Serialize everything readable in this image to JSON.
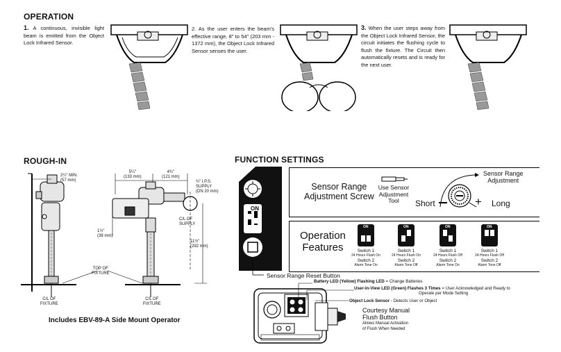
{
  "operation": {
    "heading": "OPERATION",
    "steps": [
      {
        "num": "1.",
        "text": "A continuous, invisible light beam is emitted from the Object Lock Infrared Sensor."
      },
      {
        "num": "2.",
        "text": "As the user enters the beam's effective range, 8\" to 54\" (203 mm - 1372 mm), the Object Lock Infrared Sensor senses the user."
      },
      {
        "num": "3.",
        "text": "When the user steps away from the Object Lock Infrared Sensor, the circuit initiates the flushing cycle to flush the fixture. The Circuit then automatically resets and is ready for the next user."
      }
    ]
  },
  "rough_in": {
    "heading": "ROUGH-IN",
    "min_label": "2¼\" MIN.",
    "min_mm": "(57 mm)",
    "dim_a": "5¼\"",
    "dim_a_mm": "(133 mm)",
    "dim_b": "4¾\"",
    "dim_b_mm": "(121 mm)",
    "supply_1": "¾\" I.P.S.",
    "supply_2": "SUPPLY",
    "supply_3": "(DN 20 mm)",
    "dim_c": "1½\"",
    "dim_c_mm": "(38 mm)",
    "cl_supply_1": "C/L OF",
    "cl_supply_2": "SUPPLY",
    "dim_d": "11½\"",
    "dim_d_mm": "(292 mm)",
    "top_fixture_1": "TOP OF",
    "top_fixture_2": "FIXTURE",
    "cl_fixture_1": "C/L OF",
    "cl_fixture_2": "FIXTURE",
    "cl_fixture_3": "C/L OF",
    "cl_fixture_4": "FIXTURE",
    "caption": "Includes EBV-89-A Side Mount Operator"
  },
  "function_settings": {
    "heading": "FUNCTION SETTINGS",
    "sensor_range_adj_1": "Sensor Range",
    "sensor_range_adj_2": "Adjustment Screw",
    "use_tool_1": "Use Sensor",
    "use_tool_2": "Adjustment",
    "use_tool_3": "Tool",
    "dial_label_1": "Sensor Range",
    "dial_label_2": "Adjustment",
    "short_label": "Short",
    "long_label": "Long",
    "op_features_1": "Operation",
    "op_features_2": "Features",
    "on_label": "ON",
    "switches": [
      {
        "s1": "Switch 1",
        "s1d": "24 Hours Flush On",
        "s2": "Switch 2",
        "s2d": "Alarm Tone On"
      },
      {
        "s1": "Switch 1",
        "s1d": "24 Hours Flush On",
        "s2": "Switch 2",
        "s2d": "Alarm Tone Off"
      },
      {
        "s1": "Switch 1",
        "s1d": "24 Hours Flush Off",
        "s2": "Switch 2",
        "s2d": "Alarm Tone On"
      },
      {
        "s1": "Switch 1",
        "s1d": "24 Hours Flush Off",
        "s2": "Switch 2",
        "s2d": "Alarm Tone Off"
      }
    ],
    "reset_button": "Sensor Range Reset Button",
    "battery_led_bold": "Battery LED (Yellow) Flashing LED",
    "battery_led_rest": " = Change Batteries",
    "user_led_bold": "User-in-View LED (Green) Flashes 3 Times",
    "user_led_rest": " = User Acknowledged and Ready to",
    "user_led_rest2": "Operate per Mode Setting",
    "object_sensor_bold": "Object Lock Sensor",
    "object_sensor_rest": " - Detects User or Object",
    "courtesy_1": "Courtesy Manual",
    "courtesy_2": "Flush Button",
    "courtesy_3": "Allows Manual Activation",
    "courtesy_4": "of Flush When Needed"
  }
}
